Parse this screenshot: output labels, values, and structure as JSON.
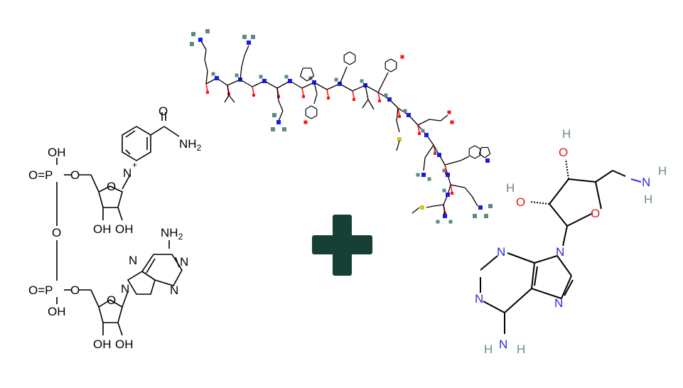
{
  "colors": {
    "background": "#ffffff",
    "plus": "#163f35",
    "ink": "#000000",
    "oxygen": "#ff1010",
    "nitrogen": "#1a1ae6",
    "hydrogen": "#5b8a86",
    "sulfur": "#d6c21a",
    "blue_label": "#2b2bd9",
    "red_label": "#e01a1a",
    "gray_label": "#6a8a8a"
  },
  "nad": {
    "amide_o": "O",
    "amide_nh2": "NH",
    "amide_nh2_sub": "2",
    "pyridinium_n": "N",
    "pyridinium_charge": "+",
    "oh_top": "OH",
    "p1_o": "O=P",
    "p_o_ribose1": "O",
    "ribose1_o": "O",
    "bridge_o": "O",
    "ribose1_oh_left": "OH",
    "ribose1_oh_right": "OH",
    "adenine_nh2": "NH",
    "adenine_nh2_sub": "2",
    "adenine_n7": "N",
    "adenine_n1": "N",
    "adenine_n3": "N",
    "adenine_n9": "N",
    "p2_o": "O=P",
    "p2_o_ribose2": "O",
    "oh_bottom": "OH",
    "ribose2_o": "O",
    "ribose2_oh_left": "OH",
    "ribose2_oh_right": "OH"
  },
  "adenosine": {
    "h_top": "H",
    "o_top": "O",
    "h_left": "H",
    "o_left": "O",
    "ring_o": "O",
    "n_amine": "N",
    "h_amine1": "H",
    "h_amine2": "H",
    "n9": "N",
    "n7": "N",
    "n1": "N",
    "n3": "N",
    "n_bottom": "N",
    "h_bottom1": "H",
    "h_bottom2": "H"
  },
  "plus": {
    "icon": "plus-icon"
  },
  "peptide": {
    "icon": "peptide-structure"
  }
}
